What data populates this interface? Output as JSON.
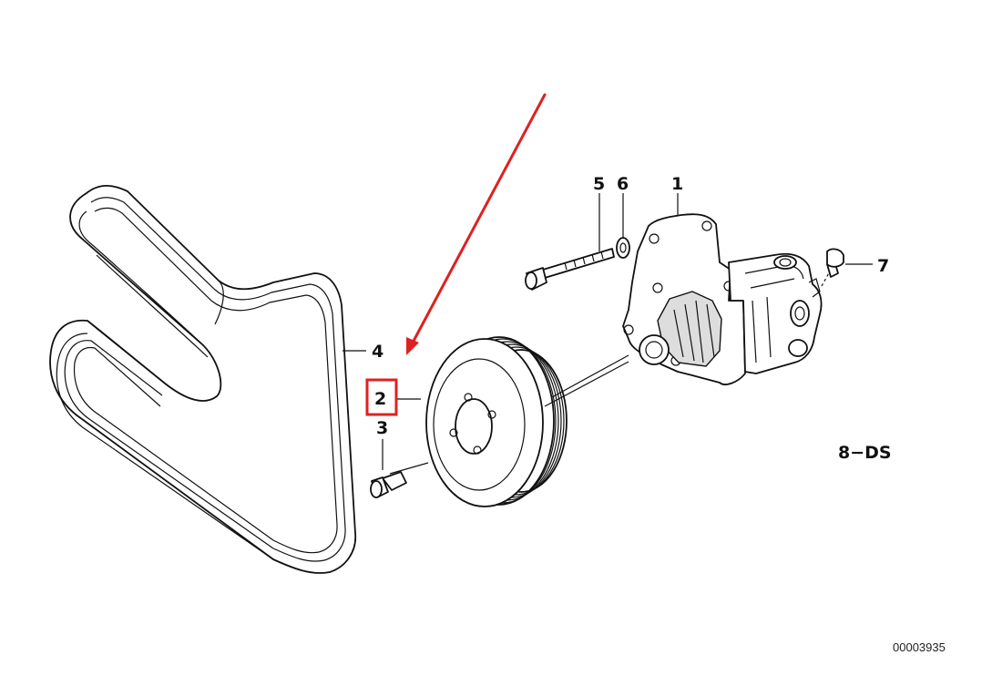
{
  "callouts": {
    "c1": "1",
    "c2": "2",
    "c3": "3",
    "c4": "4",
    "c5": "5",
    "c6": "6",
    "c7": "7"
  },
  "diagram_code": "8−DS",
  "figure_number": "00003935",
  "highlight": {
    "target": "2",
    "color": "#e02020"
  },
  "arrow": {
    "color": "#e02020",
    "points_to": "2"
  },
  "icons": [
    "belt-drawing",
    "pulley-drawing",
    "pump-drawing",
    "bolt-drawing",
    "washer-drawing",
    "screw-drawing"
  ]
}
